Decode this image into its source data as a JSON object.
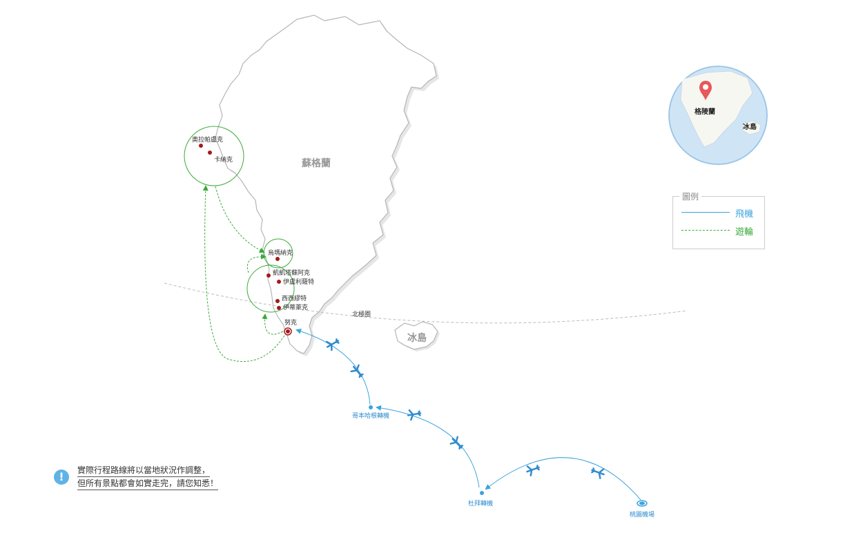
{
  "regions": {
    "greenland": "蘇格蘭",
    "iceland": "冰島",
    "arctic_circle": "北極圈"
  },
  "places": {
    "upernavik": "奧拉帕盧克",
    "kanak": "卡納克",
    "uummannaq": "烏瑪納克",
    "qeqertarsuaq": "凱凱塔蘇阿克",
    "ilulissat": "伊盧利薩特",
    "sisimiut": "西西繆特",
    "ilimanaq": "伊蒂萊克",
    "nuuk": "努克"
  },
  "airports": {
    "copenhagen": "哥本哈根轉機",
    "dubai": "杜拜轉機",
    "taoyuan": "桃園機場"
  },
  "inset": {
    "greenland": "格陵蘭",
    "iceland": "冰島"
  },
  "legend": {
    "title": "圖例",
    "flight": "飛機",
    "cruise": "遊輪"
  },
  "note": {
    "line1": "實際行程路線將以當地狀況作調整，",
    "line2": "但所有景點都會如實走完，請您知悉！",
    "icon": "exclamation-icon"
  },
  "colors": {
    "flight": "#3ba3dd",
    "cruise": "#3aa93a",
    "land_fill": "#ffffff",
    "land_stroke": "#b5b5b5",
    "point": "#a11a1a",
    "inset_sea": "#cfe5f6"
  }
}
